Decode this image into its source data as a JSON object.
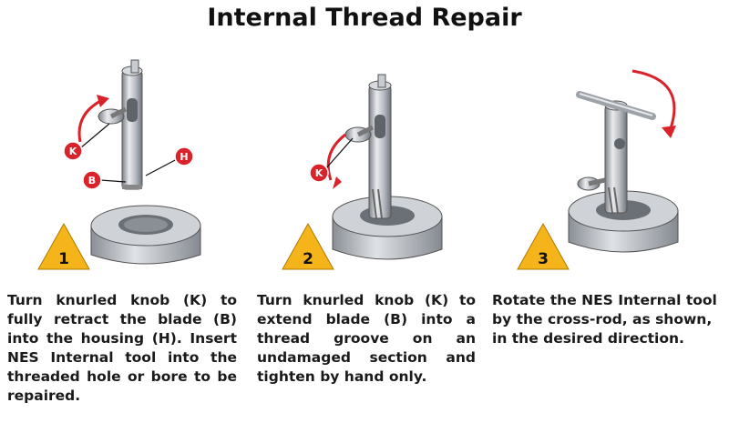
{
  "title": "Internal Thread Repair",
  "colors": {
    "callout": "#d9222a",
    "arrow": "#d9222a",
    "triangle": "#f4b41a",
    "steel": "#b8bcc2"
  },
  "steps": [
    {
      "number": "1",
      "callouts": [
        "K",
        "H",
        "B"
      ],
      "text": "Turn knurled knob (K) to fully retract the blade (B) into the housing (H). Insert NES Internal tool into the threaded hole or bore to be repaired."
    },
    {
      "number": "2",
      "callouts": [
        "K"
      ],
      "text": "Turn knurled knob (K) to extend blade (B) into a thread groove on an undamaged section and tighten by hand only."
    },
    {
      "number": "3",
      "callouts": [],
      "text": "Rotate the NES Internal tool by the cross-rod, as shown, in the desired direction."
    }
  ]
}
